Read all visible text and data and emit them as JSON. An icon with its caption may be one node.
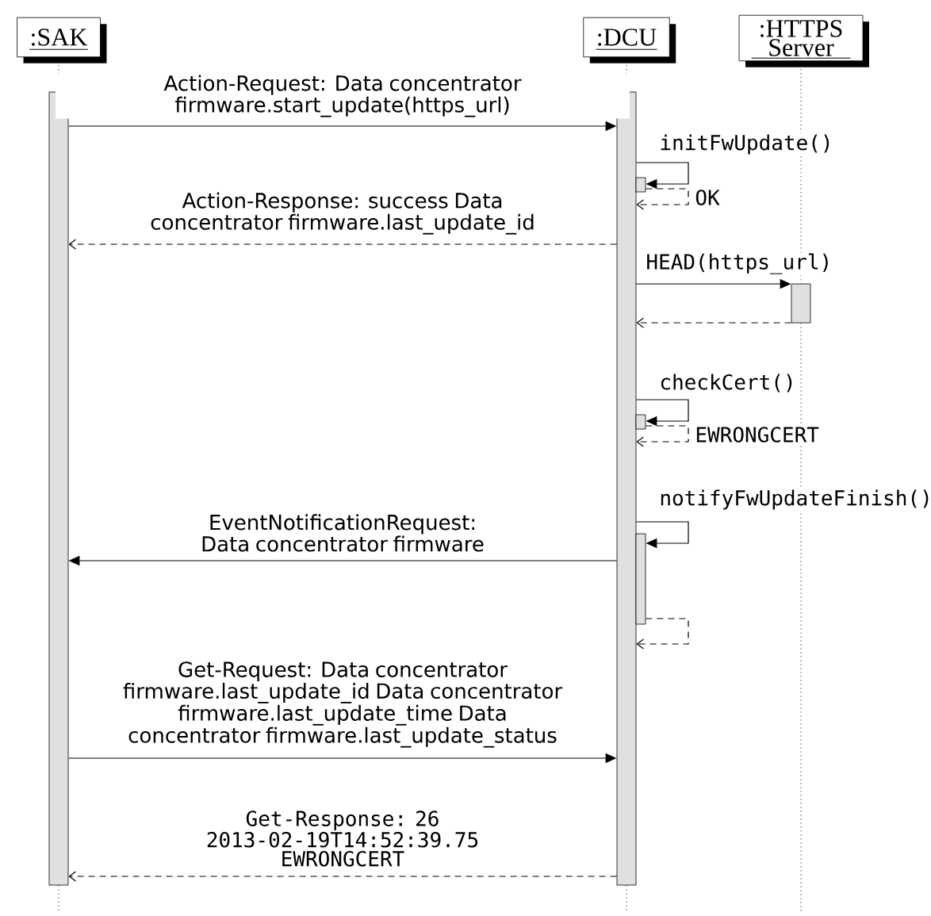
{
  "diagram": {
    "nodes": [
      {
        "text": [
          ":SAK"
        ]
      },
      {
        "text": [
          ":DCU"
        ]
      },
      {
        "text": [
          ":HTTPS Server"
        ]
      },
      {
        "text": [],
        "shape": "bar"
      },
      {
        "text": [],
        "shape": "bar"
      },
      {
        "text": [],
        "shape": "bar"
      },
      {
        "text": [],
        "shape": "bar"
      },
      {
        "text": [],
        "shape": "bar"
      },
      {
        "text": [],
        "shape": "bar"
      }
    ],
    "edges": [
      {
        "from": 3,
        "to": 4,
        "arrow": "to",
        "label": "Action-Request: Data concentrator firmware.start_update(https_url)"
      },
      {
        "from": 4,
        "to": 3,
        "arrow": "to",
        "style": "dashed",
        "label": "Action-Response: success Data concentrator firmware.last_update_id"
      },
      {
        "from": 4,
        "to": 5,
        "arrow": "to",
        "label": "initFwUpdate()"
      },
      {
        "from": 5,
        "to": 4,
        "arrow": "to",
        "style": "dashed",
        "label": "OK"
      },
      {
        "from": 4,
        "to": 6,
        "arrow": "to",
        "label": "HEAD(https_url)"
      },
      {
        "from": 6,
        "to": 4,
        "arrow": "to",
        "style": "dashed"
      },
      {
        "from": 4,
        "to": 7,
        "arrow": "to",
        "label": "checkCert()"
      },
      {
        "from": 7,
        "to": 4,
        "arrow": "to",
        "style": "dashed",
        "label": "EWRONGCERT"
      },
      {
        "from": 4,
        "to": 8,
        "arrow": "to",
        "label": "notifyFwUpdateFinish()"
      },
      {
        "from": 4,
        "to": 3,
        "arrow": "to",
        "label": "EventNotificationRequest: Data concentrator firmware"
      },
      {
        "from": 8,
        "to": 4,
        "arrow": "to",
        "style": "dashed"
      },
      {
        "from": 3,
        "to": 4,
        "arrow": "to",
        "label": "Get-Request: Data concentrator firmware.last_update_id Data concentrator firmware.last_update_time Data concentrator firmware.last_update_status"
      },
      {
        "from": 4,
        "to": 3,
        "arrow": "to",
        "style": "dashed",
        "label": "Get-Response: 26 2013-02-19T14:52:39.75 EWRONGCERT"
      },
      {
        "from": 0,
        "to": 3,
        "arrow": "none",
        "style": "dashed"
      },
      {
        "from": 3,
        "to": null,
        "arrow": "none",
        "style": "dashed"
      },
      {
        "from": 1,
        "to": 4,
        "arrow": "none",
        "style": "dashed"
      },
      {
        "from": 4,
        "to": null,
        "arrow": "none",
        "style": "dashed"
      },
      {
        "from": 2,
        "to": 6,
        "arrow": "none",
        "style": "dashed"
      },
      {
        "from": 6,
        "to": null,
        "arrow": "none",
        "style": "dashed"
      }
    ]
  }
}
